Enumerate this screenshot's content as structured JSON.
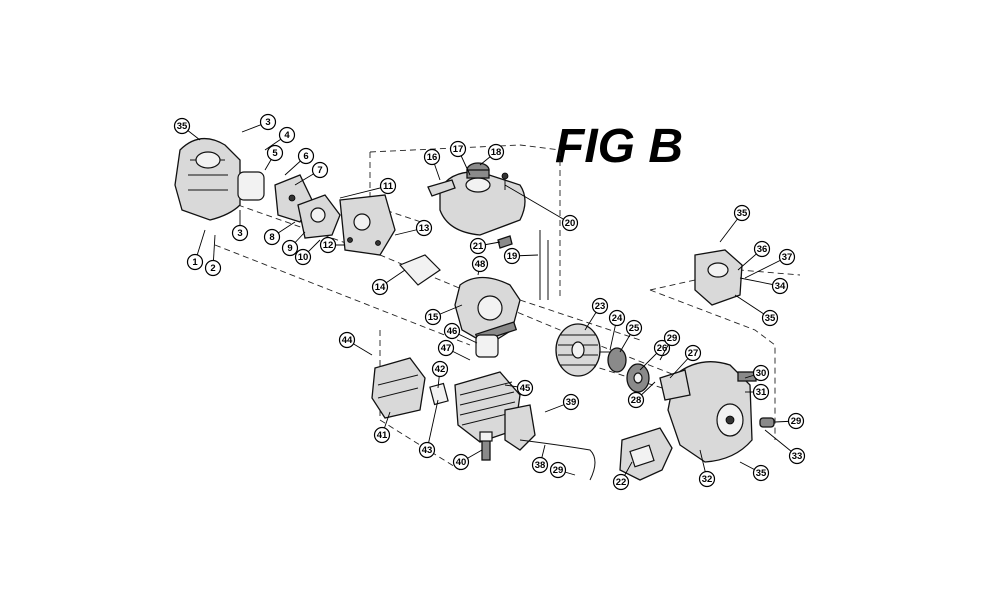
{
  "figure": {
    "title": "FIG B"
  },
  "callouts": [
    {
      "label": "1"
    },
    {
      "label": "2"
    },
    {
      "label": "3"
    },
    {
      "label": "3"
    },
    {
      "label": "4"
    },
    {
      "label": "5"
    },
    {
      "label": "6"
    },
    {
      "label": "7"
    },
    {
      "label": "8"
    },
    {
      "label": "9"
    },
    {
      "label": "10"
    },
    {
      "label": "11"
    },
    {
      "label": "12"
    },
    {
      "label": "13"
    },
    {
      "label": "14"
    },
    {
      "label": "15"
    },
    {
      "label": "16"
    },
    {
      "label": "17"
    },
    {
      "label": "18"
    },
    {
      "label": "19"
    },
    {
      "label": "20"
    },
    {
      "label": "21"
    },
    {
      "label": "22"
    },
    {
      "label": "23"
    },
    {
      "label": "24"
    },
    {
      "label": "25"
    },
    {
      "label": "26"
    },
    {
      "label": "27"
    },
    {
      "label": "28"
    },
    {
      "label": "29"
    },
    {
      "label": "29"
    },
    {
      "label": "29"
    },
    {
      "label": "30"
    },
    {
      "label": "31"
    },
    {
      "label": "32"
    },
    {
      "label": "33"
    },
    {
      "label": "34"
    },
    {
      "label": "35"
    },
    {
      "label": "35"
    },
    {
      "label": "35"
    },
    {
      "label": "35"
    },
    {
      "label": "36"
    },
    {
      "label": "37"
    },
    {
      "label": "38"
    },
    {
      "label": "39"
    },
    {
      "label": "40"
    },
    {
      "label": "41"
    },
    {
      "label": "42"
    },
    {
      "label": "43"
    },
    {
      "label": "44"
    },
    {
      "label": "45"
    },
    {
      "label": "46"
    },
    {
      "label": "47"
    },
    {
      "label": "48"
    }
  ]
}
